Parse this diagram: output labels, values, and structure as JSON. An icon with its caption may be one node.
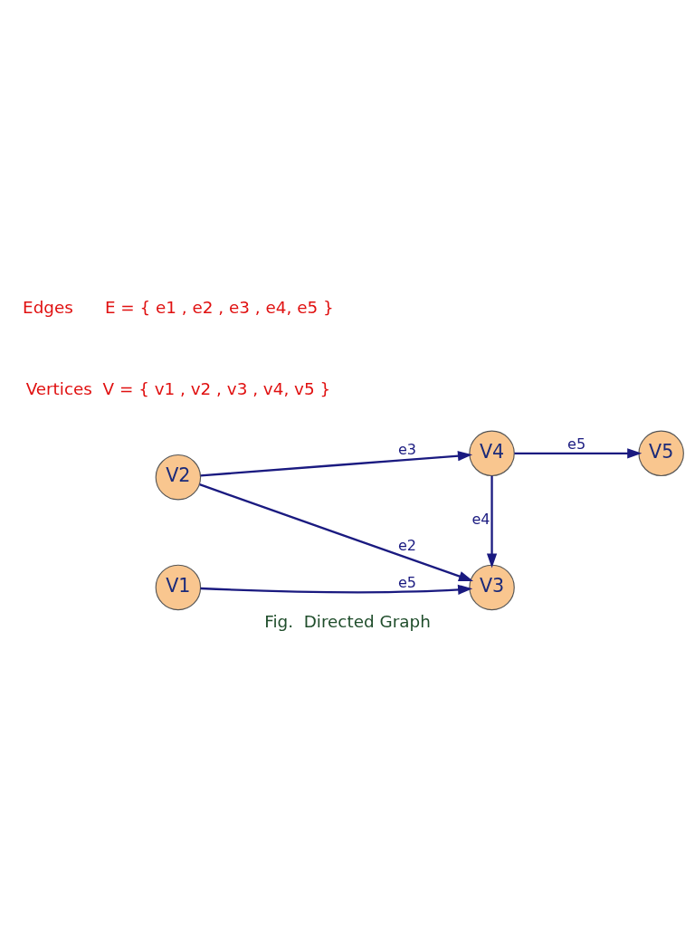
{
  "diagram": {
    "caption": "Fig.  Directed Graph",
    "nodes": [
      {
        "text": [
          "V1"
        ]
      },
      {
        "text": [
          "V3"
        ]
      },
      {
        "text": [
          "V5"
        ]
      },
      {
        "text": [
          "V2"
        ]
      },
      {
        "text": [
          "V4"
        ]
      }
    ],
    "edges": [
      {
        "from": 0,
        "to": 1,
        "arrow": "to",
        "label": "e5"
      },
      {
        "from": 3,
        "to": 1,
        "arrow": "to",
        "label": "e2"
      },
      {
        "from": 4,
        "to": 1,
        "arrow": "to",
        "label": "e4"
      },
      {
        "from": 4,
        "to": 2,
        "arrow": "to",
        "label": "e5"
      },
      {
        "from": 3,
        "to": 4,
        "arrow": "to",
        "label": "e3"
      }
    ],
    "labels": [
      "Vertices  V = { v1 , v2 , v3 , v4, v5 }",
      "Edges      E = { e1 , e2 , e3 , e4, e5 }"
    ]
  }
}
